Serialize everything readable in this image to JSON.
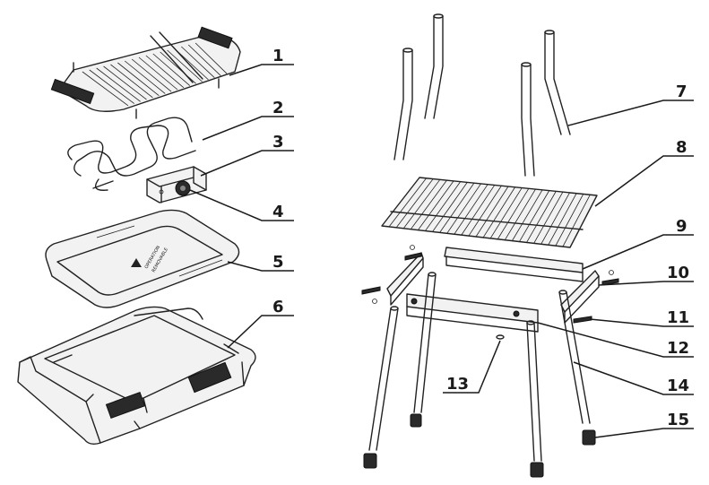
{
  "diagram": {
    "callouts": [
      {
        "number": "1"
      },
      {
        "number": "2"
      },
      {
        "number": "3"
      },
      {
        "number": "4"
      },
      {
        "number": "5"
      },
      {
        "number": "6"
      },
      {
        "number": "7"
      },
      {
        "number": "8"
      },
      {
        "number": "9"
      },
      {
        "number": "10"
      },
      {
        "number": "11"
      },
      {
        "number": "12"
      },
      {
        "number": "13"
      },
      {
        "number": "14"
      },
      {
        "number": "15"
      }
    ]
  },
  "colors": {
    "line": "#222222",
    "fill": "#f2f2f2",
    "dark": "#2a2a2a",
    "background": "#ffffff"
  }
}
